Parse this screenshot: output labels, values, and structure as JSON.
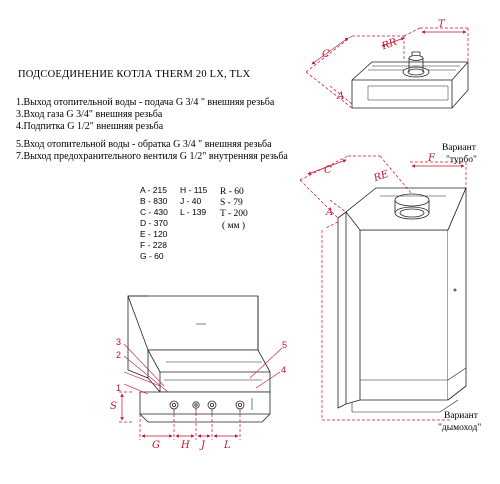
{
  "title": "ПОДСОЕДИНЕНИЕ КОТЛА  THERM 20 LX, TLX",
  "connections": [
    "1.Выход отопительной воды - подача  G 3/4 \" внешняя резьба",
    "3.Вход газа  G 3/4\" внешняя резьба",
    "4.Подпитка  G 1/2\" внешняя резьба",
    "5.Вход отопительной воды - обратка G 3/4 \" внешняя резьба",
    "7.Выход предохранительного вентиля  G 1/2\" внутренняя  резьба"
  ],
  "dimensions_col1": [
    "A - 215",
    "B - 830",
    "C - 430",
    "D - 370",
    "E - 120",
    "F - 228",
    "G - 60"
  ],
  "dimensions_col2": [
    "H - 115",
    "J - 40",
    "L - 139"
  ],
  "dimensions_col3": [
    "R - 60",
    "S - 79",
    "T - 200",
    "( мм )"
  ],
  "variant_turbo": {
    "line1": "Вариант",
    "line2": "\"турбо\""
  },
  "variant_chimney": {
    "line1": "Вариант",
    "line2": "\"дымоход\""
  },
  "callouts": [
    "1",
    "2",
    "3",
    "4",
    "5"
  ],
  "dim_letters": {
    "top": [
      "C",
      "RR",
      "T",
      "A"
    ],
    "middle": [
      "C",
      "RE",
      "F",
      "A"
    ],
    "bottom": [
      "S",
      "G",
      "H",
      "J",
      "L"
    ]
  },
  "colors": {
    "dimension_red": "#c8102e",
    "line": "#222222"
  }
}
